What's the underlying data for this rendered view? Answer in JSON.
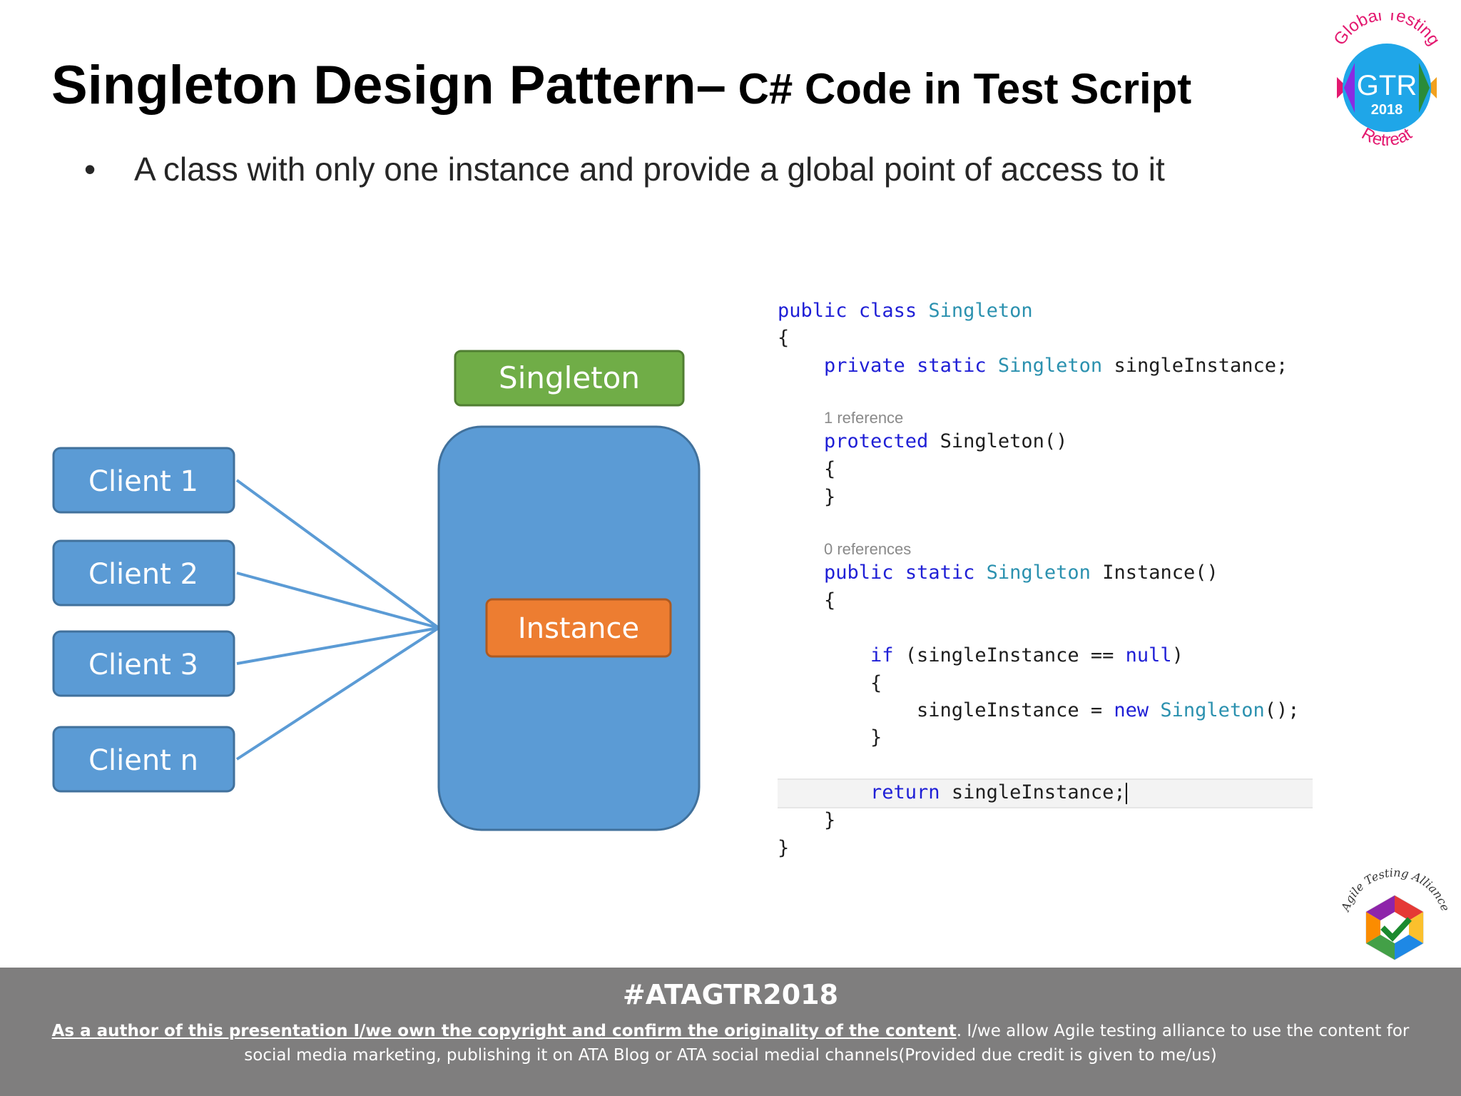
{
  "title": {
    "main": "Singleton Design Pattern–",
    "sub": " C# Code in Test Script"
  },
  "bullet": {
    "symbol": "•",
    "text": "A class with only one instance and provide a global point of access to it"
  },
  "gtr_logo": {
    "top": "Global Testing",
    "mark": "GTR",
    "year": "2018",
    "bottom": "Retreat"
  },
  "diagram": {
    "clients": [
      "Client 1",
      "Client 2",
      "Client 3",
      "Client n"
    ],
    "singleton_label": "Singleton",
    "instance_label": "Instance",
    "colors": {
      "client": "#5b9bd5",
      "singleton": "#70ad47",
      "instance": "#ed7d31"
    }
  },
  "code": {
    "l1": [
      "public",
      "class",
      "Singleton"
    ],
    "l2": "{",
    "l3": [
      "private",
      "static",
      "Singleton",
      "singleInstance;"
    ],
    "ref1": "1 reference",
    "l4": [
      "protected",
      "Singleton()"
    ],
    "l5": "{",
    "l6": "}",
    "ref2": "0 references",
    "l7": [
      "public",
      "static",
      "Singleton",
      "Instance()"
    ],
    "l8": "{",
    "l9": [
      "if",
      "(singleInstance ==",
      "null",
      ")"
    ],
    "l10": "{",
    "l11": [
      "singleInstance =",
      "new",
      "Singleton",
      "();"
    ],
    "l12": "}",
    "l13": [
      "return",
      "singleInstance;"
    ],
    "l14": "}",
    "l15": "}"
  },
  "ata_logo": {
    "text": "Agile Testing Alliance"
  },
  "footer": {
    "hashtag": "#ATAGTR2018",
    "notice_underlined": "As a author of this presentation I/we own the copyright and confirm the originality of the content",
    "notice_rest": ". I/we allow Agile testing alliance to use the content for social media marketing, publishing it on ATA Blog or ATA social medial channels(Provided due credit is given to me/us)"
  }
}
